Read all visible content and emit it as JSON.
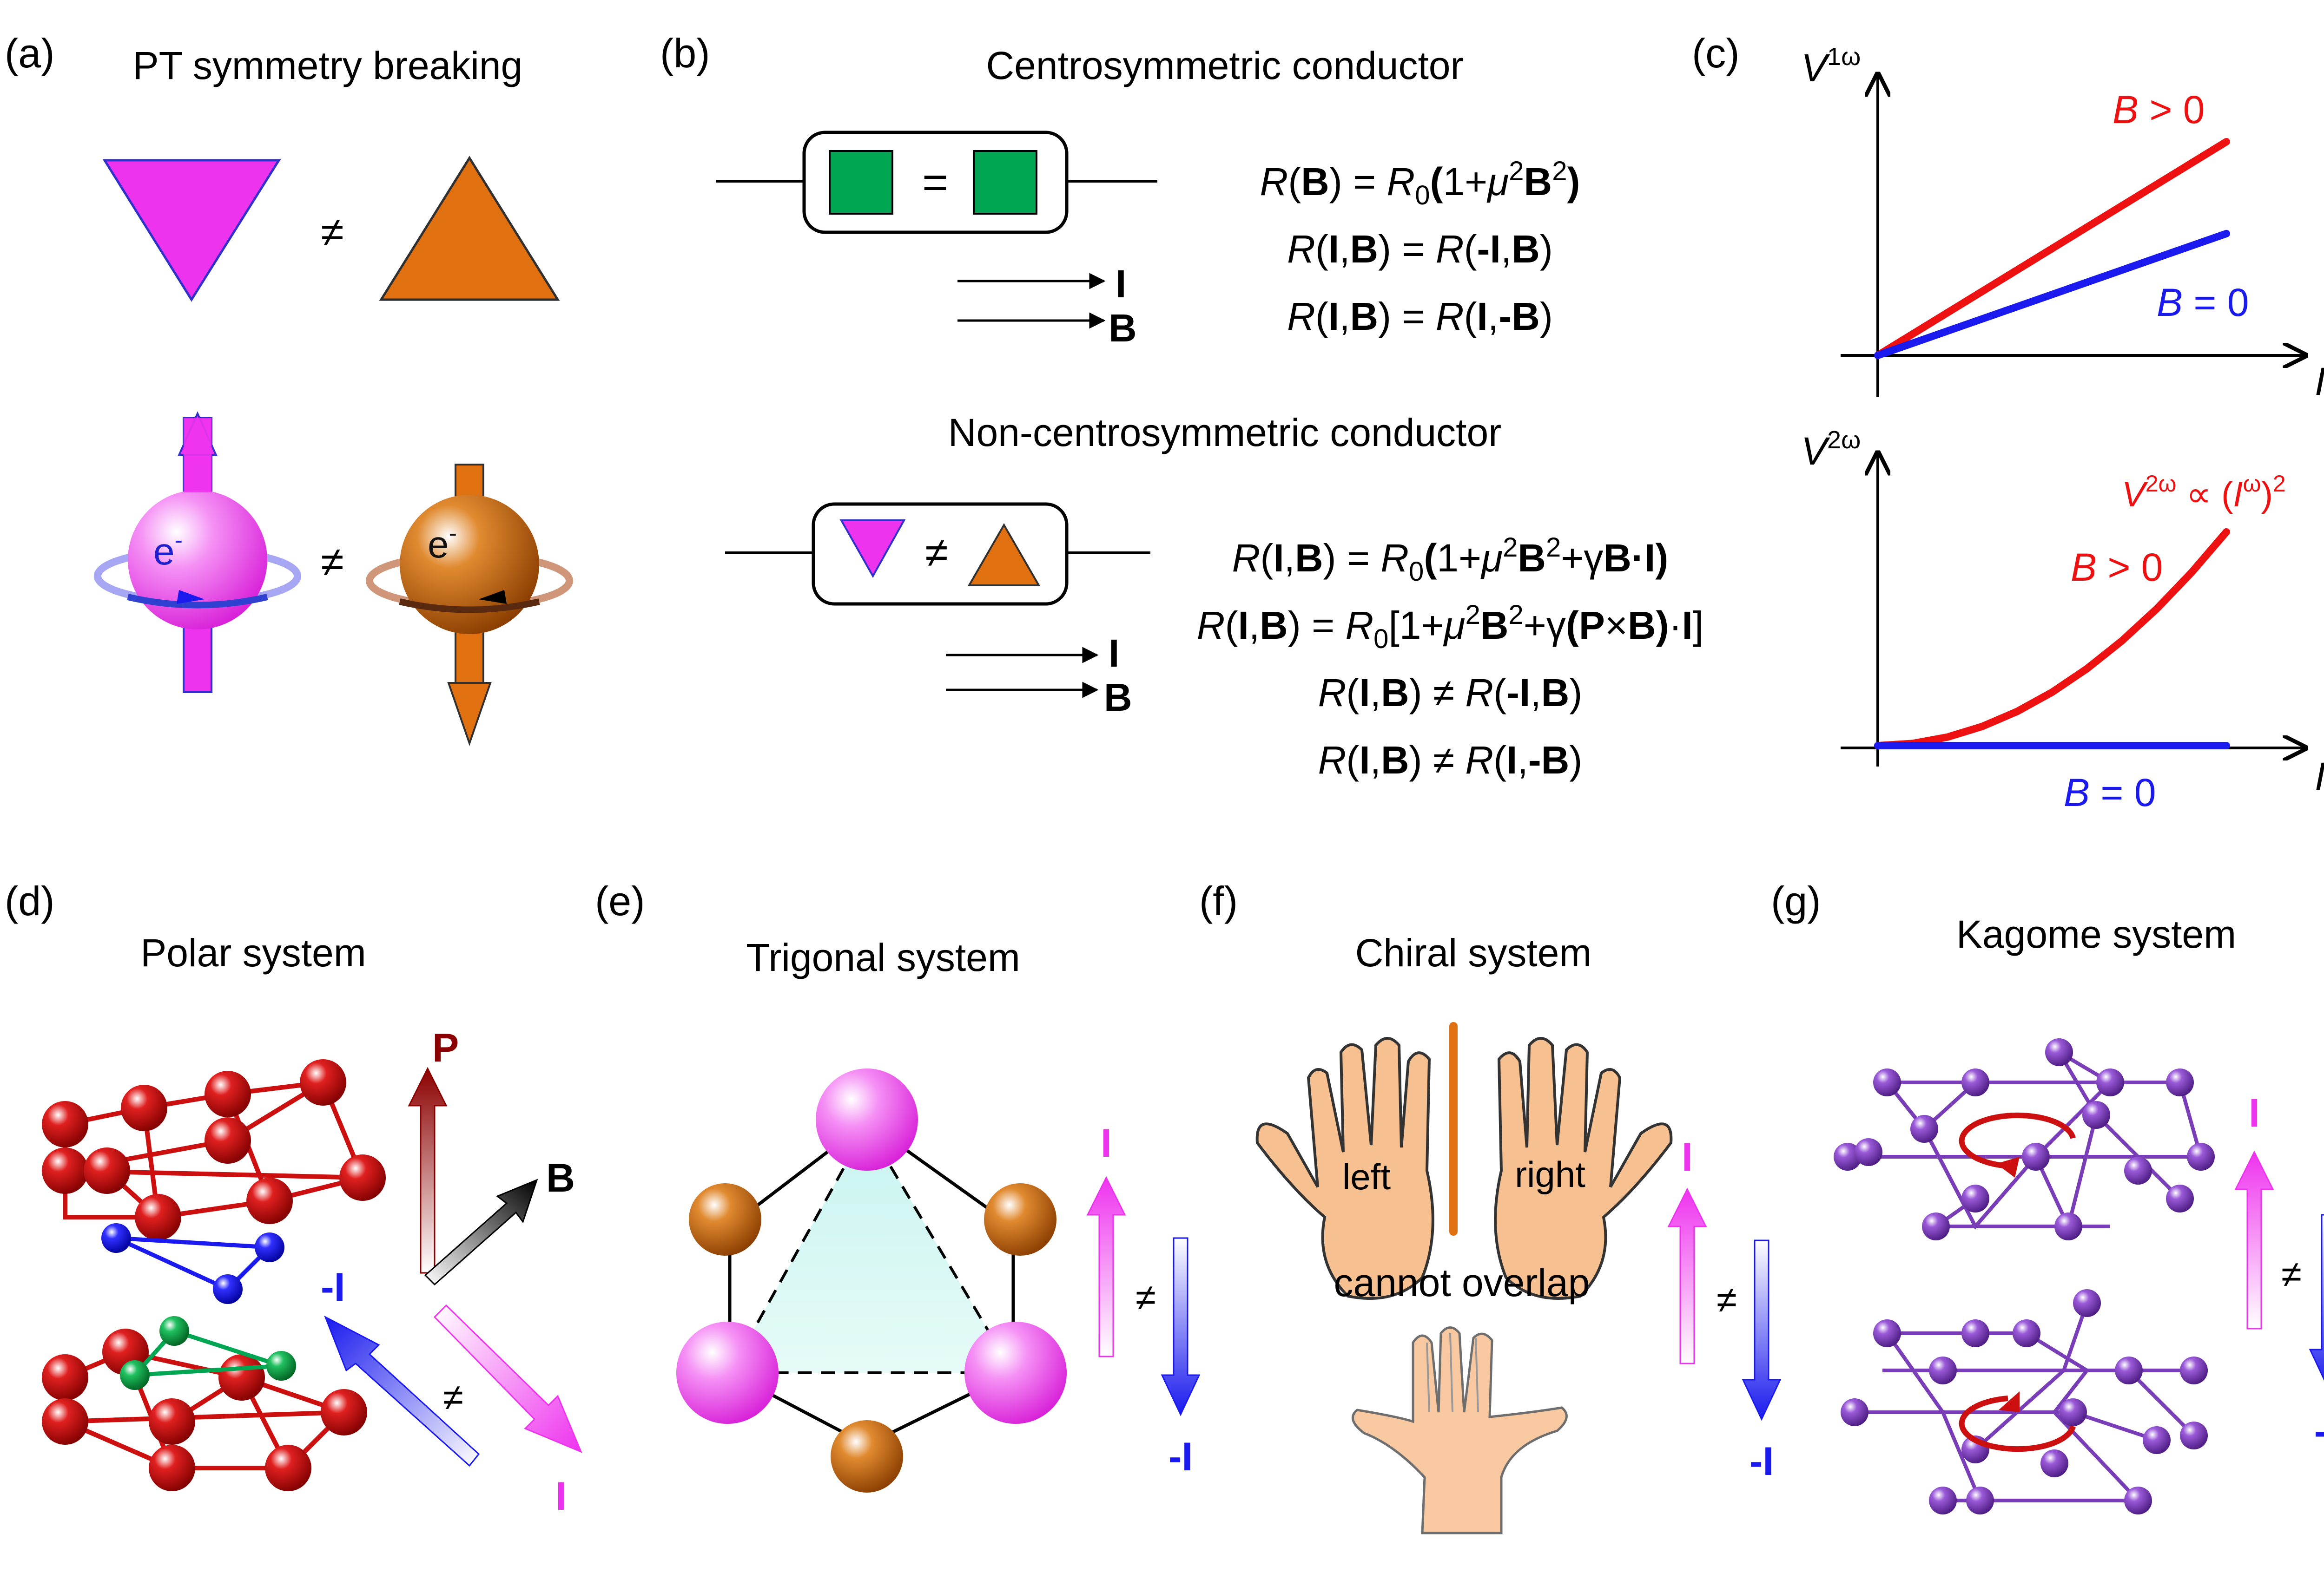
{
  "panel_labels": {
    "a": "(a)",
    "b": "(b)",
    "c": "(c)",
    "d": "(d)",
    "e": "(e)",
    "f": "(f)",
    "g": "(g)"
  },
  "panel_a": {
    "title": "PT symmetry breaking",
    "neq": "≠",
    "electron": "e",
    "electron_sup": "-"
  },
  "panel_b": {
    "title_top": "Centrosymmetric conductor",
    "title_bottom": "Non-centrosymmetric conductor",
    "eq_sign": "=",
    "neq": "≠",
    "arrow_I": "I",
    "arrow_B": "B",
    "centro_equations": [
      "R(B) = R0(1+μ²B²)",
      "R(I,B) = R(-I,B)",
      "R(I,B) = R(I,-B)"
    ],
    "noncentro_equations": [
      "R(I,B) = R0(1+μ²B²+γB·I)",
      "R(I,B) = R0[1+μ²B²+γ(P×B)·I]",
      "R(I,B) ≠ R(-I,B)",
      "R(I,B) ≠ R(I,-B)"
    ]
  },
  "panel_d": {
    "title": "Polar system",
    "P": "P",
    "B": "B",
    "minusI": "-I",
    "I": "I",
    "neq": "≠"
  },
  "panel_e": {
    "title": "Trigonal system",
    "I": "I",
    "minusI": "-I",
    "neq": "≠"
  },
  "panel_f": {
    "title": "Chiral system",
    "left": "left",
    "right": "right",
    "overlap": "cannot overlap",
    "I": "I",
    "minusI": "-I",
    "neq": "≠"
  },
  "panel_g": {
    "title": "Kagome system",
    "I": "I",
    "minusI": "-I",
    "neq": "≠"
  },
  "colors": {
    "magenta": "#ee33ee",
    "orange": "#e07010",
    "green": "#00a651",
    "red": "#ee1111",
    "blue": "#1a1aee",
    "purple": "#7a3db8",
    "darkred": "#8b0000"
  },
  "chart_data": [
    {
      "type": "line",
      "ylabel": "V1ω",
      "xlabel": "Iω",
      "series": [
        {
          "name": "B > 0",
          "x": [
            0,
            1
          ],
          "y": [
            0,
            1.0
          ],
          "color": "#ee1111"
        },
        {
          "name": "B = 0",
          "x": [
            0,
            1
          ],
          "y": [
            0,
            0.57
          ],
          "color": "#1a1aee"
        }
      ]
    },
    {
      "type": "line",
      "ylabel": "V2ω",
      "xlabel": "Iω",
      "annotation": "V2ω ∝ (Iω)2",
      "series": [
        {
          "name": "B > 0",
          "x": [
            0,
            0.1,
            0.2,
            0.3,
            0.4,
            0.5,
            0.6,
            0.7,
            0.8,
            0.9,
            1.0
          ],
          "y": [
            0,
            0.01,
            0.04,
            0.09,
            0.16,
            0.25,
            0.36,
            0.49,
            0.64,
            0.81,
            1.0
          ],
          "color": "#ee1111"
        },
        {
          "name": "B = 0",
          "x": [
            0,
            1
          ],
          "y": [
            0,
            0
          ],
          "color": "#1a1aee"
        }
      ]
    }
  ]
}
